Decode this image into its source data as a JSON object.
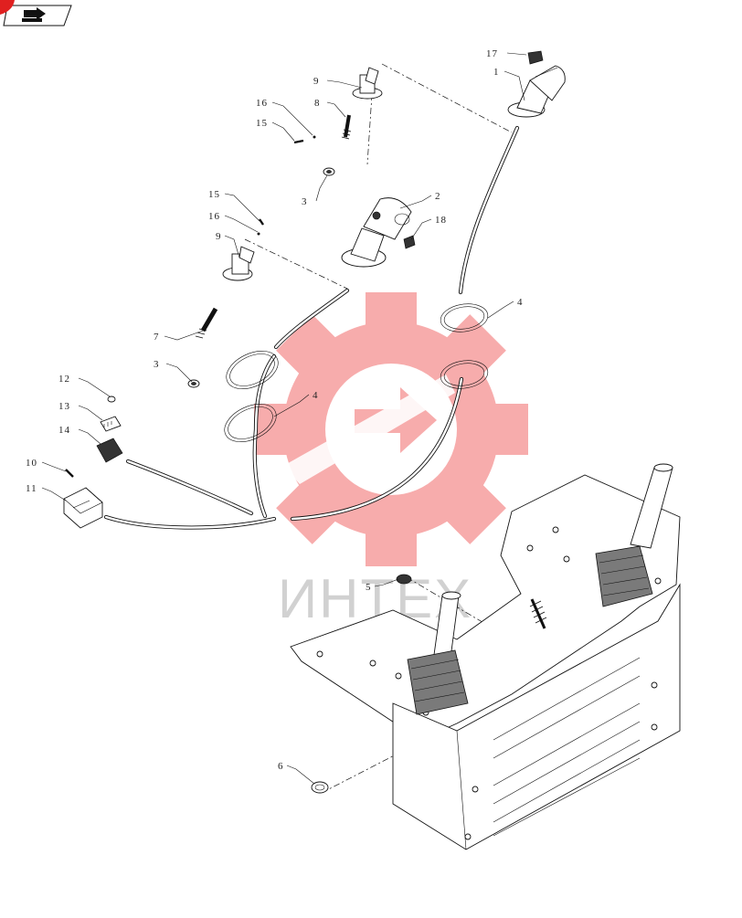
{
  "watermark": {
    "text": "ИНТЕХ",
    "gear_color": "#f04a4a"
  },
  "nav": {
    "icon": "book-arrow-icon",
    "corner_color": "#e02020"
  },
  "callouts": [
    {
      "label": "17"
    },
    {
      "label": "1"
    },
    {
      "label": "9"
    },
    {
      "label": "16"
    },
    {
      "label": "8"
    },
    {
      "label": "15"
    },
    {
      "label": "3"
    },
    {
      "label": "15"
    },
    {
      "label": "16"
    },
    {
      "label": "9"
    },
    {
      "label": "2"
    },
    {
      "label": "18"
    },
    {
      "label": "4"
    },
    {
      "label": "7"
    },
    {
      "label": "3"
    },
    {
      "label": "12"
    },
    {
      "label": "4"
    },
    {
      "label": "13"
    },
    {
      "label": "14"
    },
    {
      "label": "10"
    },
    {
      "label": "11"
    },
    {
      "label": "5"
    },
    {
      "label": "6"
    }
  ]
}
